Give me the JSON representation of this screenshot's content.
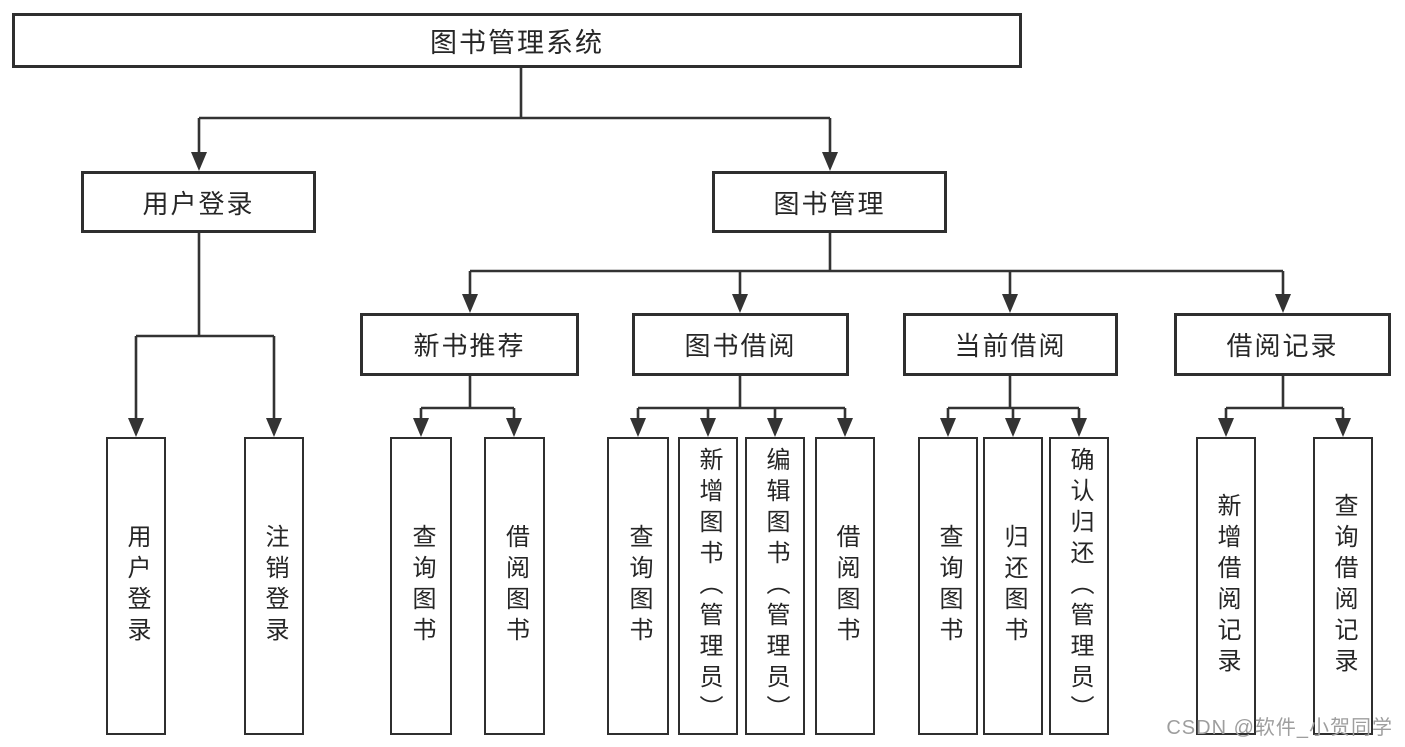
{
  "tree": {
    "root": {
      "label": "图书管理系统",
      "children": [
        {
          "label": "用户登录",
          "children": [
            {
              "label": "用户登录"
            },
            {
              "label": "注销登录"
            }
          ]
        },
        {
          "label": "图书管理",
          "children": [
            {
              "label": "新书推荐",
              "children": [
                {
                  "label": "查询图书"
                },
                {
                  "label": "借阅图书"
                }
              ]
            },
            {
              "label": "图书借阅",
              "children": [
                {
                  "label": "查询图书"
                },
                {
                  "label": "新增图书（管理员）"
                },
                {
                  "label": "编辑图书（管理员）"
                },
                {
                  "label": "借阅图书"
                }
              ]
            },
            {
              "label": "当前借阅",
              "children": [
                {
                  "label": "查询图书"
                },
                {
                  "label": "归还图书"
                },
                {
                  "label": "确认归还（管理员）"
                }
              ]
            },
            {
              "label": "借阅记录",
              "children": [
                {
                  "label": "新增借阅记录"
                },
                {
                  "label": "查询借阅记录"
                }
              ]
            }
          ]
        }
      ]
    }
  },
  "watermark": {
    "text": "CSDN @软件_小贺同学"
  },
  "colors": {
    "background": "#ffffff",
    "line": "#333333",
    "box_border": "#2f2f2f",
    "text": "#262626",
    "watermark": "#9e9e9e"
  }
}
